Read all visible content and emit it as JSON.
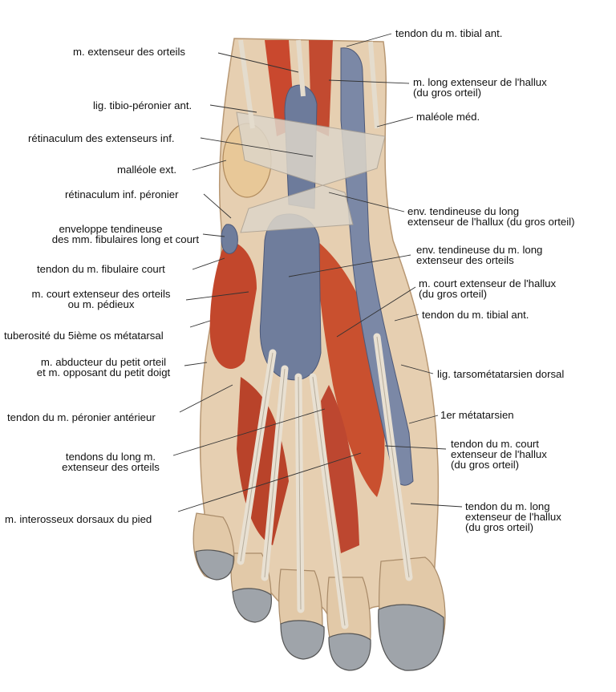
{
  "labels": {
    "tendon_tibial_ant_top": "tendon du m. tibial ant.",
    "ext_orteils": "m. extenseur des orteils",
    "long_ext_hallux_1": "m. long extenseur de l'hallux",
    "long_ext_hallux_2": "(du gros orteil)",
    "lig_tibio": "lig. tibio-péronier ant.",
    "malleole_med": "maléole méd.",
    "retinaculum_ext": "rétinaculum des extenseurs inf.",
    "malleole_ext": "malléole ext.",
    "retinaculum_peron": "rétinaculum inf. péronier",
    "env_long_hallux_1": "env. tendineuse du long",
    "env_long_hallux_2": "extenseur de l'hallux (du gros orteil)",
    "env_fib_1": "enveloppe tendineuse",
    "env_fib_2": "des mm. fibulaires long et court",
    "env_ext_orteils_1": "env. tendineuse du m. long",
    "env_ext_orteils_2": "extenseur des orteils",
    "tendon_fib_court": "tendon du m. fibulaire court",
    "court_ext_hallux_1": "m. court extenseur de l'hallux",
    "court_ext_hallux_2": "(du gros orteil)",
    "court_ext_orteils_1": "m. court extenseur des orteils",
    "court_ext_orteils_2": "ou m. pédieux",
    "tendon_tibial_ant_mid": "tendon du m. tibial ant.",
    "tuberosite": "tuberosité du 5ième os métatarsal",
    "abducteur_1": "m. abducteur du petit orteil",
    "abducteur_2": "et m. opposant du petit doigt",
    "lig_tarso": "lig. tarsométatarsien dorsal",
    "tendon_peron_ant": "tendon du m. péronier antérieur",
    "metatarsien_1": "1er métatarsien",
    "tendon_court_hallux_1": "tendon du m. court",
    "tendon_court_hallux_2": "extenseur de l'hallux",
    "tendon_court_hallux_3": "(du gros orteil)",
    "tendons_long_ext_1": "tendons du long m.",
    "tendons_long_ext_2": "extenseur des orteils",
    "tendon_long_hallux_1": "tendon du m. long",
    "tendon_long_hallux_2": "extenseur de l'hallux",
    "tendon_long_hallux_3": "(du gros orteil)",
    "interosseux": "m. interosseux dorsaux du pied"
  },
  "colors": {
    "skin": "#e8d2b4",
    "muscle": "#c9482e",
    "tendon": "#e9e2d6",
    "sheath": "#6f7d9c",
    "nail": "#9ea3a8",
    "leader": "#333333"
  }
}
